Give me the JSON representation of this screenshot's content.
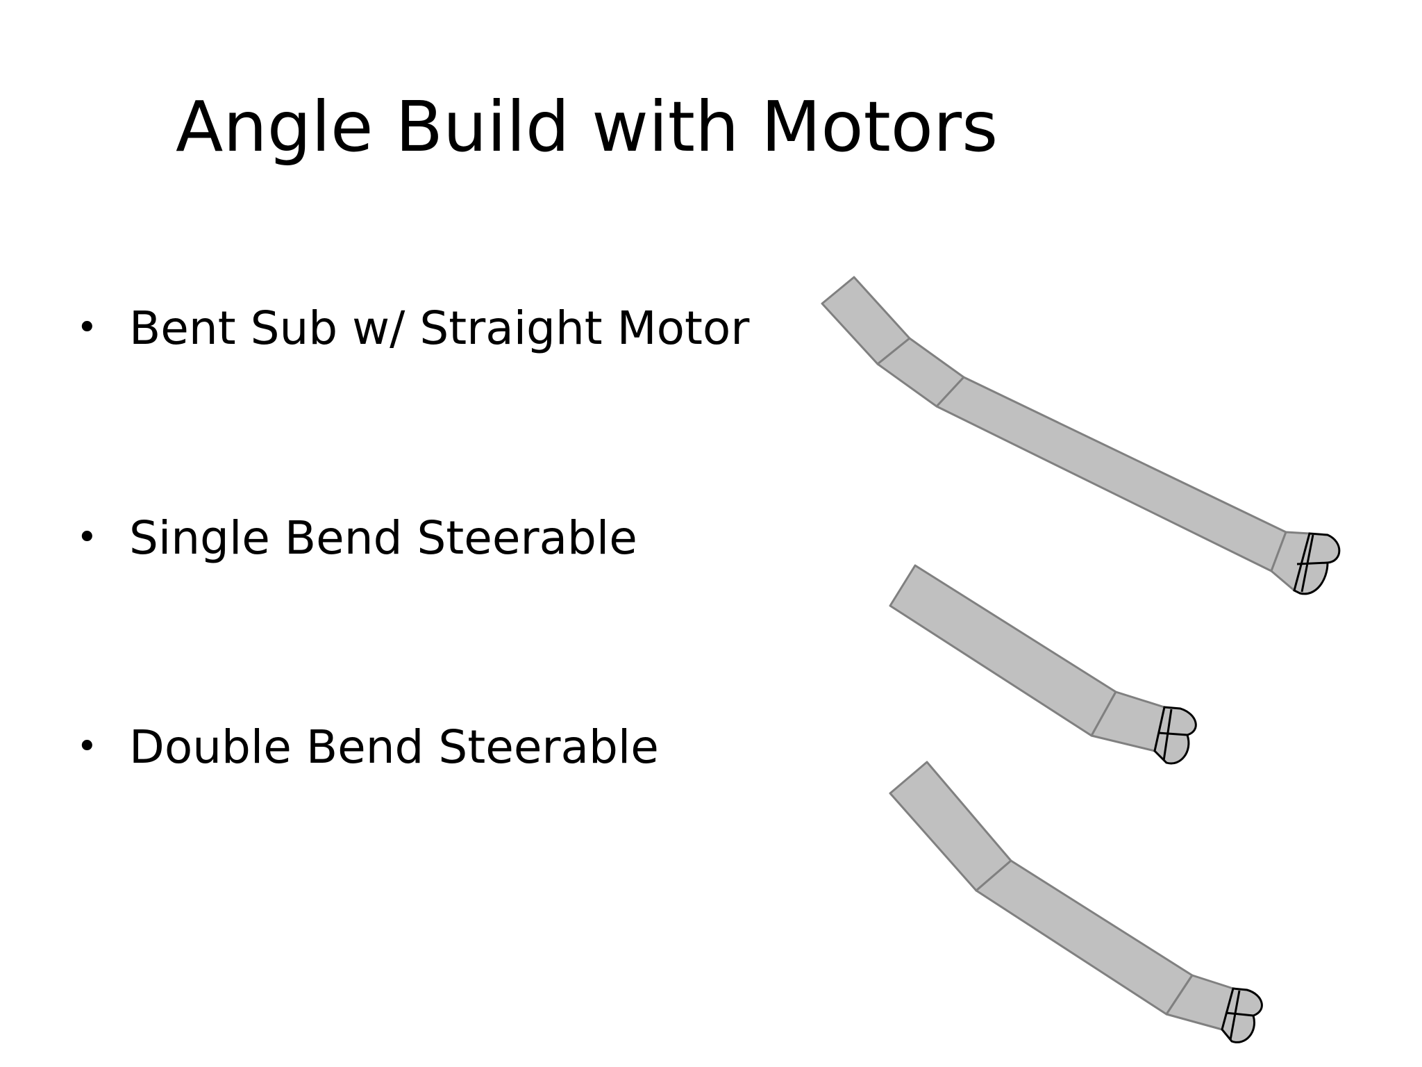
{
  "slide": {
    "title": "Angle Build with Motors",
    "bullet_symbol": "•",
    "bullets": [
      "Bent Sub w/ Straight Motor",
      "Single Bend Steerable",
      "Double Bend Steerable"
    ]
  },
  "diagram": {
    "assemblies": [
      {
        "name": "bent-sub-straight-motor",
        "shape": "bend-near-top"
      },
      {
        "name": "single-bend-steerable",
        "shape": "bend-near-bit"
      },
      {
        "name": "double-bend-steerable",
        "shape": "two-bends"
      }
    ],
    "colors": {
      "segment_fill": "#c0c0c0",
      "segment_stroke": "#808080",
      "bit_outline": "#000000"
    }
  }
}
